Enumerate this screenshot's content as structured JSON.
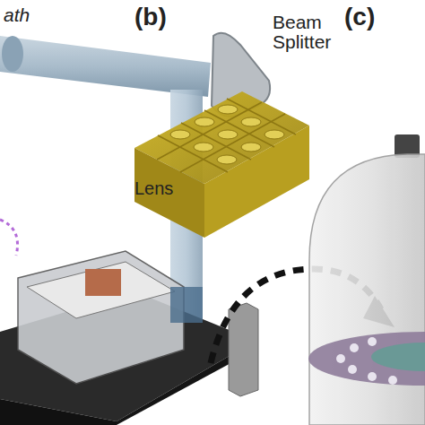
{
  "diagram": {
    "labels": [
      "ath",
      "Beam Splitter",
      "Lens",
      "(b)",
      "(c)"
    ]
  }
}
